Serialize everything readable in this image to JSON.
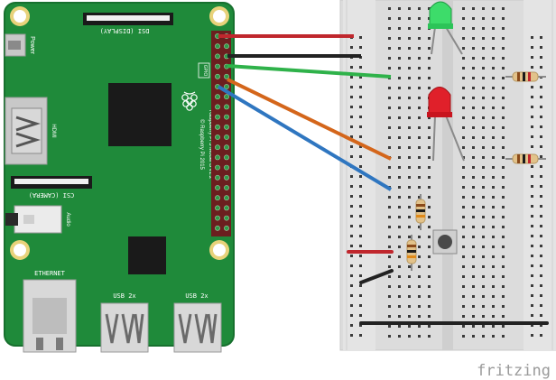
{
  "board": {
    "power_label": "Power",
    "dsi_label": "DSI (DISPLAY)",
    "hdmi_label": "HDMI",
    "csi_label": "CSI (CAMERA)",
    "audio_label": "Audio",
    "ethernet_label": "ETHERNET",
    "usb1_label": "USB 2x",
    "usb2_label": "USB 2x",
    "gpio_label": "GPIO",
    "model_line1": "Raspberry Pi 3 Model B v1.2",
    "model_line2": "© Raspberry Pi 2015"
  },
  "footer": {
    "brand": "fritzing"
  },
  "colors": {
    "pcb": "#1f8a3a",
    "wire_red": "#c0272d",
    "wire_black": "#222222",
    "wire_green": "#2fb24a",
    "wire_orange": "#d4661b",
    "wire_blue": "#2f76c0",
    "led_green": "#3ddc6a",
    "led_red": "#e0202a"
  }
}
